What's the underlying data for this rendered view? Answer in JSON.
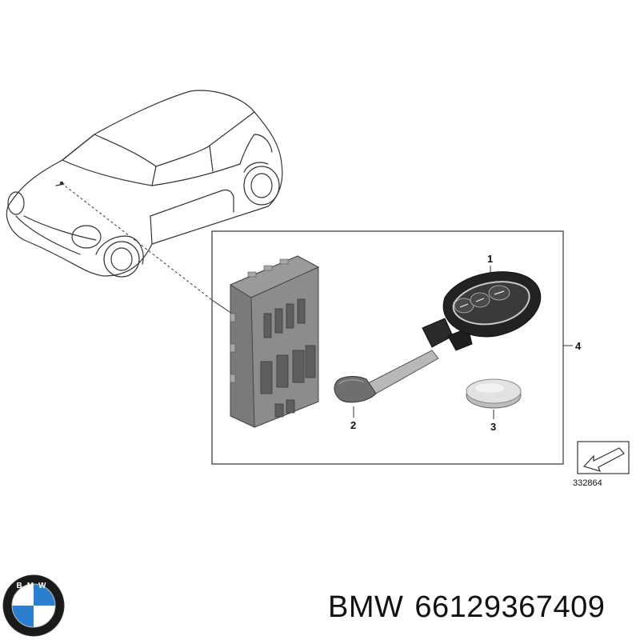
{
  "diagram": {
    "callouts": [
      {
        "id": "key-fob",
        "label": "1"
      },
      {
        "id": "emergency-key",
        "label": "2"
      },
      {
        "id": "battery",
        "label": "3"
      },
      {
        "id": "set",
        "label": "4"
      }
    ],
    "reference_number": "332864"
  },
  "caption": {
    "brand": "BMW",
    "part_number": "66129367409"
  },
  "logo": {
    "text": "BMW",
    "colors": {
      "ring": "#1a1a1a",
      "blue": "#2a7fcf",
      "white": "#ffffff"
    }
  }
}
